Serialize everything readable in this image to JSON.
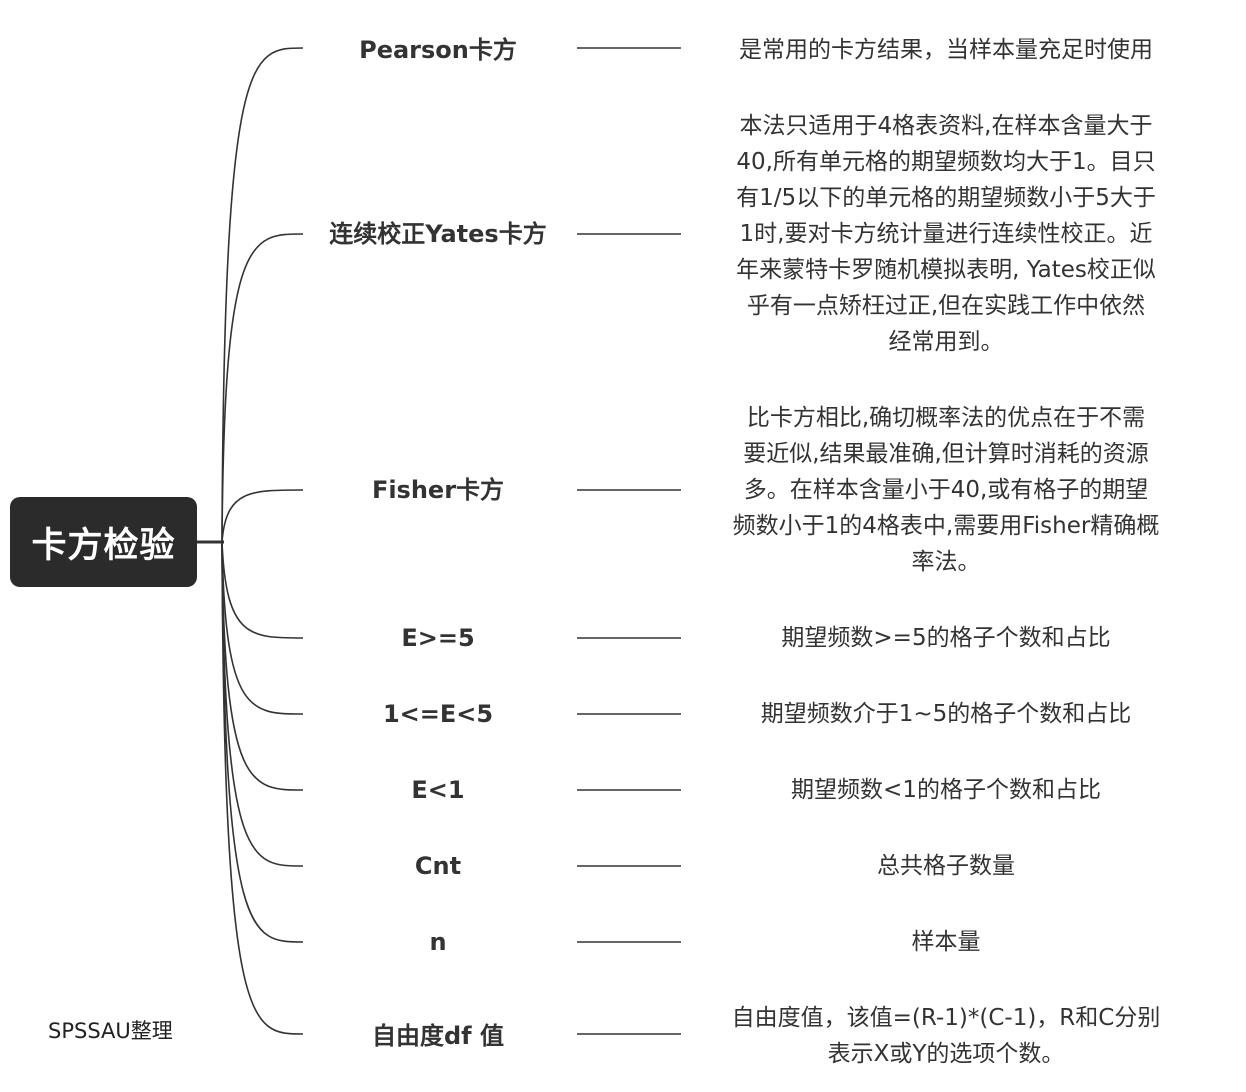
{
  "root": {
    "label": "卡方检验"
  },
  "branches": [
    {
      "label": "Pearson卡方",
      "description": [
        "是常用的卡方结果，当样本量充足时使用"
      ]
    },
    {
      "label": "连续校正Yates卡方",
      "description": [
        "本法只适用于4格表资料,在样本含量大于",
        "40,所有单元格的期望频数均大于1。目只",
        "有1/5以下的单元格的期望频数小于5大于",
        "1时,要对卡方统计量进行连续性校正。近",
        "年来蒙特卡罗随机模拟表明, Yates校正似",
        "乎有一点矫枉过正,但在实践工作中依然",
        "经常用到。"
      ]
    },
    {
      "label": "Fisher卡方",
      "description": [
        "比卡方相比,确切概率法的优点在于不需",
        "要近似,结果最准确,但计算时消耗的资源",
        "多。在样本含量小于40,或有格子的期望",
        "频数小于1的4格表中,需要用Fisher精确概",
        "率法。"
      ]
    },
    {
      "label": "E>=5",
      "description": [
        "期望频数>=5的格子个数和占比"
      ]
    },
    {
      "label": "1<=E<5",
      "description": [
        "期望频数介于1~5的格子个数和占比"
      ]
    },
    {
      "label": "E<1",
      "description": [
        "期望频数<1的格子个数和占比"
      ]
    },
    {
      "label": "Cnt",
      "description": [
        "总共格子数量"
      ]
    },
    {
      "label": "n",
      "description": [
        "样本量"
      ]
    },
    {
      "label": "自由度df 值",
      "description": [
        "自由度值，该值=(R-1)*(C-1)，R和C分别",
        "表示X或Y的选项个数。"
      ]
    }
  ],
  "footer": {
    "credit": "SPSSAU整理"
  },
  "colors": {
    "root_fill": "#2b2b2b",
    "root_text": "#ffffff",
    "line": "#333333",
    "text": "#333333"
  }
}
